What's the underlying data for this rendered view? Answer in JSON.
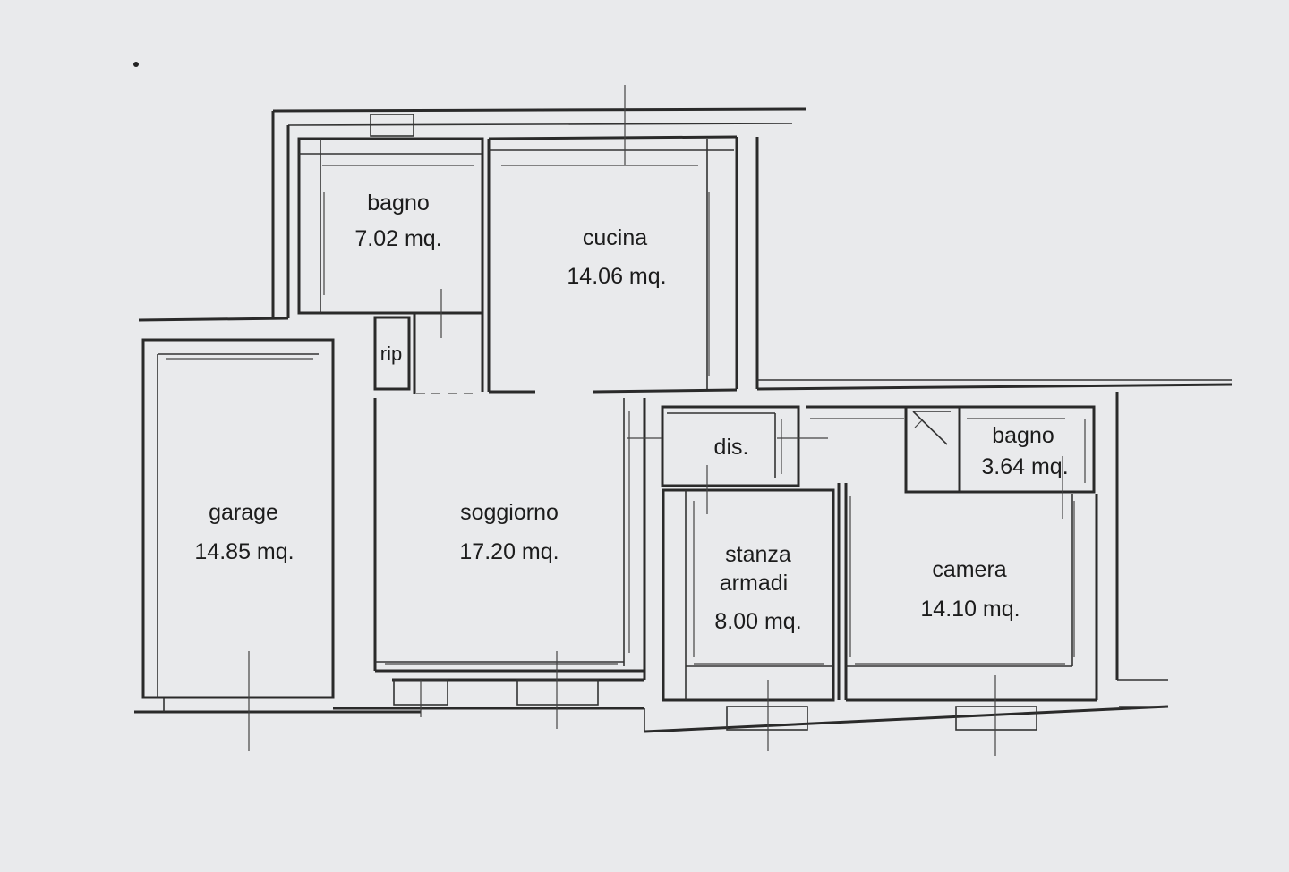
{
  "rooms": [
    {
      "id": "bagno-1",
      "name": "bagno",
      "area": "7.02 mq."
    },
    {
      "id": "cucina",
      "name": "cucina",
      "area": "14.06 mq."
    },
    {
      "id": "rip",
      "name": "rip"
    },
    {
      "id": "garage",
      "name": "garage",
      "area": "14.85 mq."
    },
    {
      "id": "soggiorno",
      "name": "soggiorno",
      "area": "17.20 mq."
    },
    {
      "id": "dis",
      "name": "dis."
    },
    {
      "id": "bagno-2",
      "name": "bagno",
      "area": "3.64 mq."
    },
    {
      "id": "stanza-armadi",
      "name": "stanza",
      "name2": "armadi",
      "area": "8.00 mq."
    },
    {
      "id": "camera",
      "name": "camera",
      "area": "14.10 mq."
    }
  ]
}
